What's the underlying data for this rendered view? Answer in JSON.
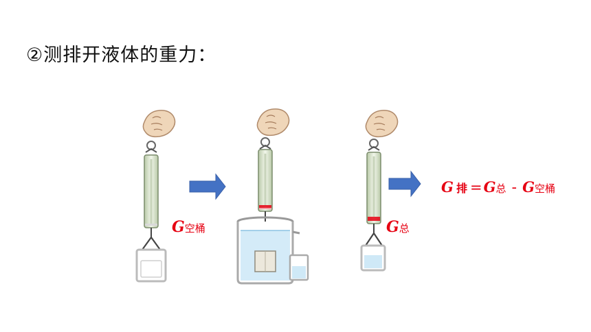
{
  "slide": {
    "title": "②测排开液体的重力："
  },
  "labels": {
    "empty_bucket": {
      "symbol": "G",
      "sub": "空桶"
    },
    "total": {
      "symbol": "G",
      "sub": "总"
    },
    "formula": {
      "lhs_symbol": "G",
      "lhs_sub": "排",
      "eq": "=",
      "t1_symbol": "G",
      "t1_sub": "总",
      "minus": "-",
      "t2_symbol": "G",
      "t2_sub": "空桶"
    }
  },
  "colors": {
    "label_red": "#e60012",
    "arrow_blue": "#4472c4",
    "water_blue": "#cfe9f7"
  }
}
